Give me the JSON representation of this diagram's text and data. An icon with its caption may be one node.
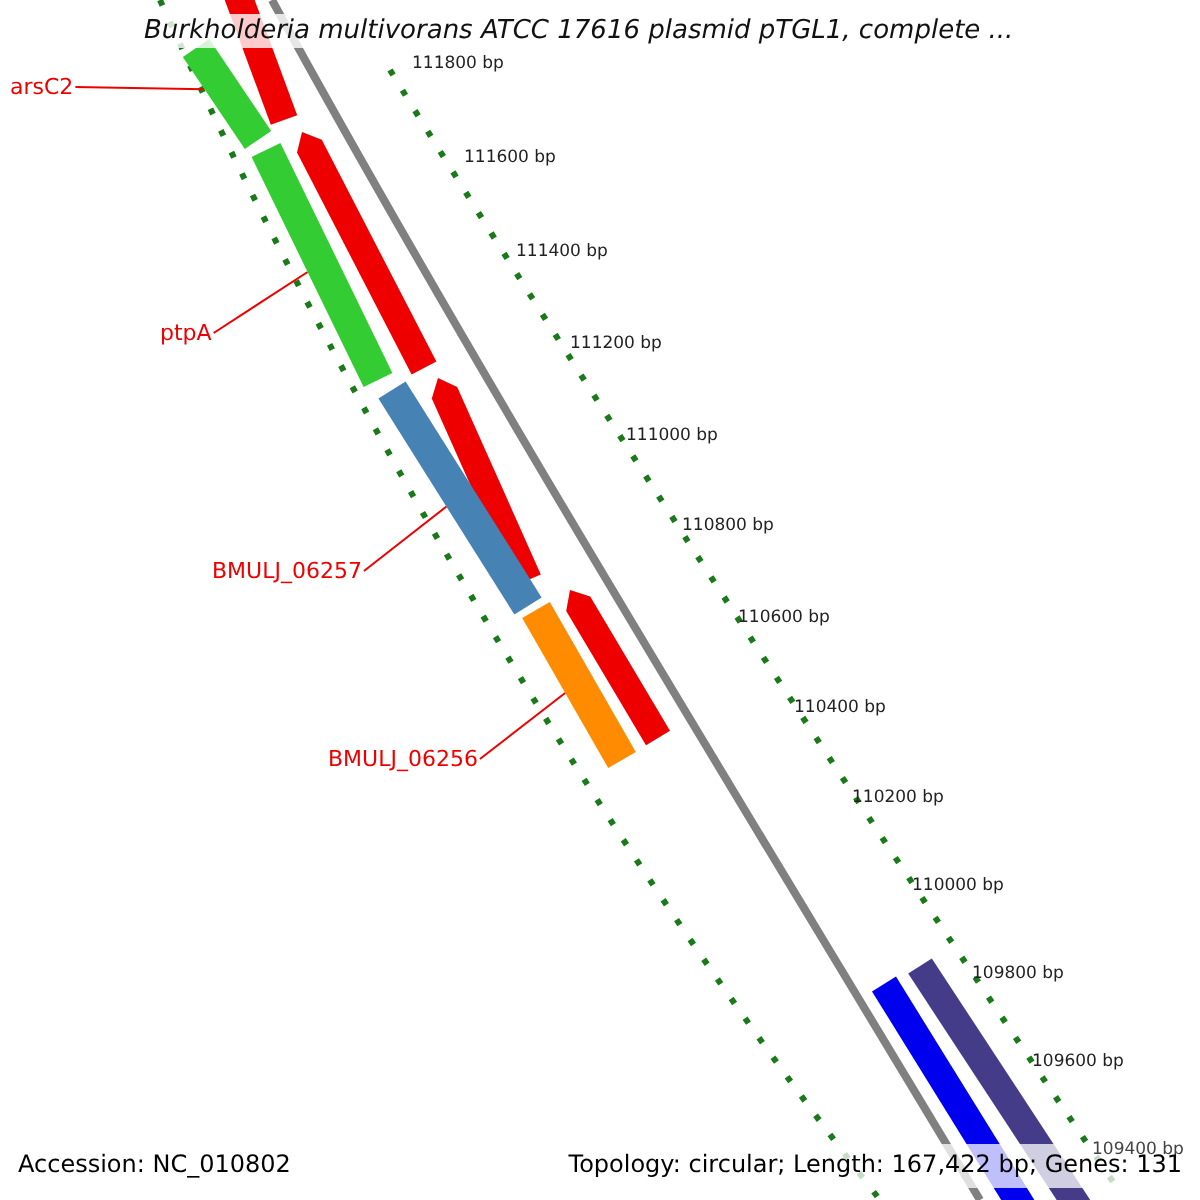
{
  "diagram": {
    "title": "Burkholderia multivorans ATCC 17616 plasmid pTGL1, complete ...",
    "nodes": [
      {
        "text": [
          "arsC2"
        ]
      },
      {
        "text": [
          "ptpA"
        ]
      },
      {
        "text": [
          "BMULJ_06257"
        ]
      },
      {
        "text": [
          "BMULJ_06256"
        ]
      },
      {
        "text": [],
        "shape": "bar"
      },
      {
        "text": [],
        "shape": "bar"
      },
      {
        "text": [],
        "shape": "bar"
      },
      {
        "text": [],
        "shape": "bar"
      }
    ],
    "edges": [
      {
        "from": 0,
        "to": 4,
        "arrow": "none"
      },
      {
        "from": 1,
        "to": 5,
        "arrow": "none"
      },
      {
        "from": 2,
        "to": 6,
        "arrow": "none"
      },
      {
        "from": 3,
        "to": 7,
        "arrow": "none"
      }
    ],
    "labels": [
      "111800 bp",
      "111600 bp",
      "111400 bp",
      "111200 bp",
      "111000 bp",
      "110800 bp",
      "110600 bp",
      "110400 bp",
      "110200 bp",
      "110000 bp",
      "109800 bp",
      "109600 bp",
      "109400 bp",
      "Accession: NC_010802",
      "Topology: circular; Length: 167,422 bp; Genes: 131"
    ]
  }
}
